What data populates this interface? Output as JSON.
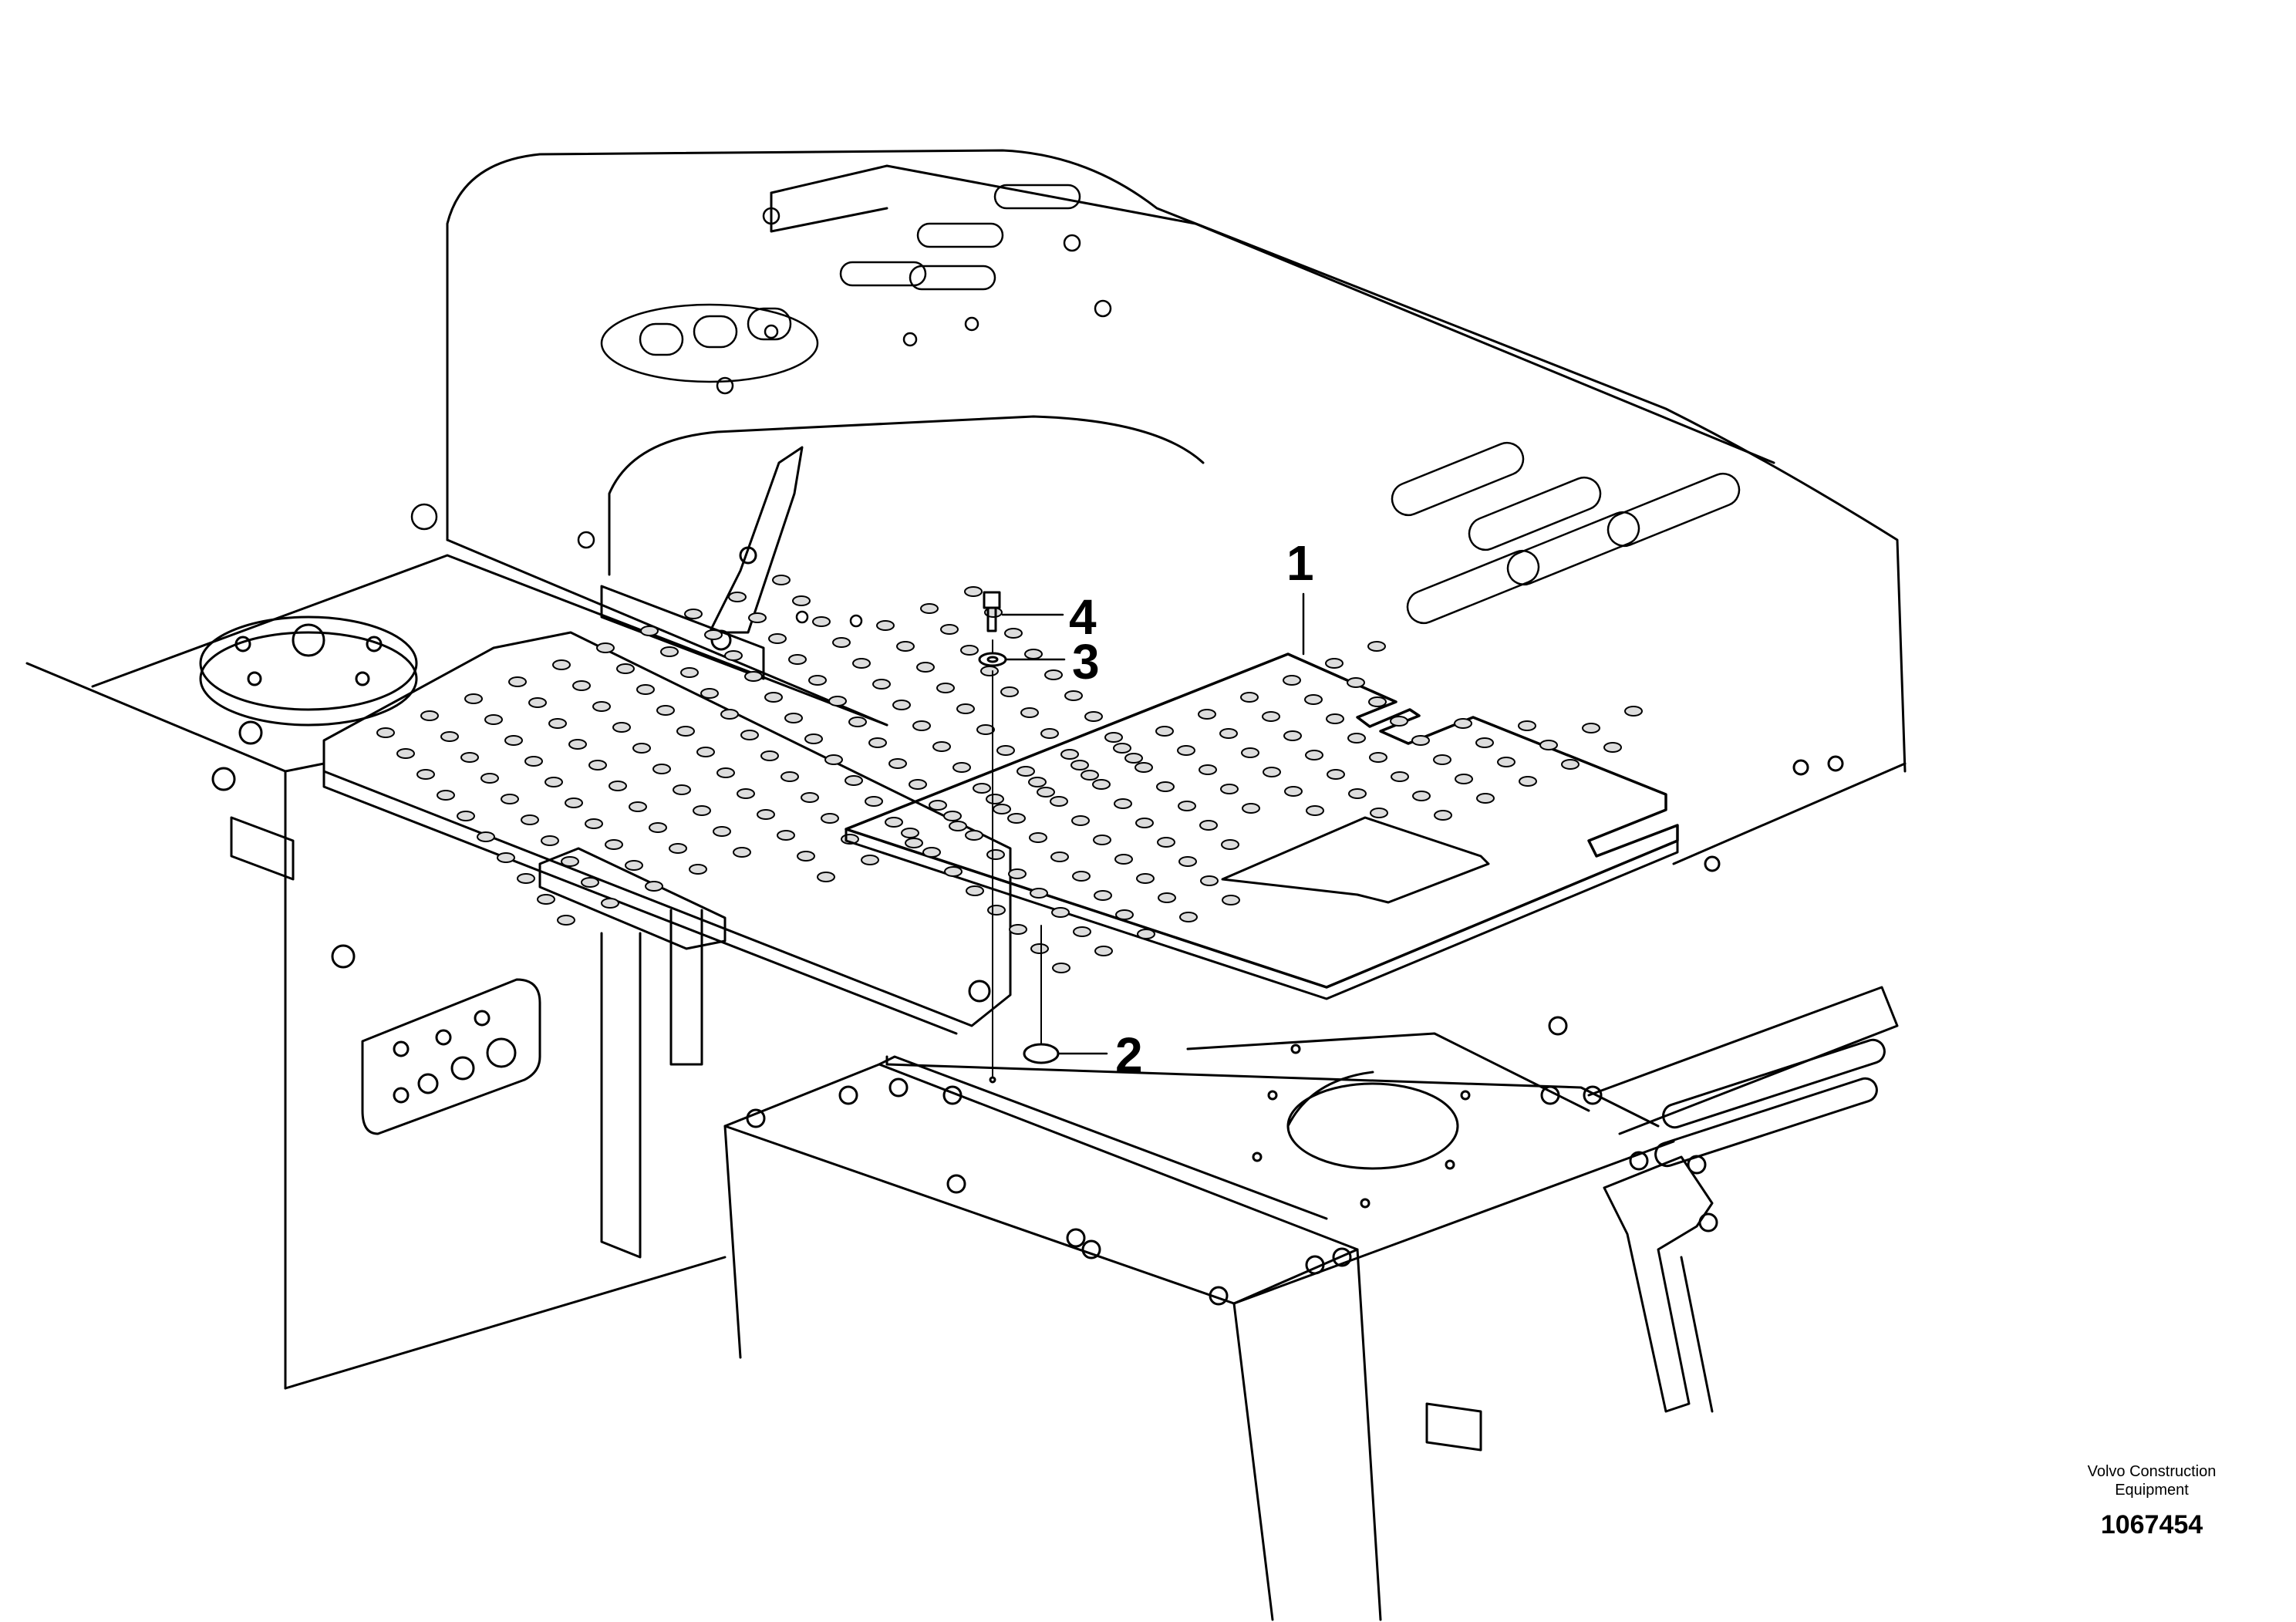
{
  "callouts": [
    {
      "id": "1",
      "label": "1"
    },
    {
      "id": "2",
      "label": "2"
    },
    {
      "id": "3",
      "label": "3"
    },
    {
      "id": "4",
      "label": "4"
    }
  ],
  "credit": {
    "brand_line1": "Volvo Construction",
    "brand_line2": "Equipment",
    "document_number": "1067454"
  },
  "colors": {
    "line": "#000000",
    "background": "#ffffff",
    "hole_fill": "#dddddd"
  }
}
